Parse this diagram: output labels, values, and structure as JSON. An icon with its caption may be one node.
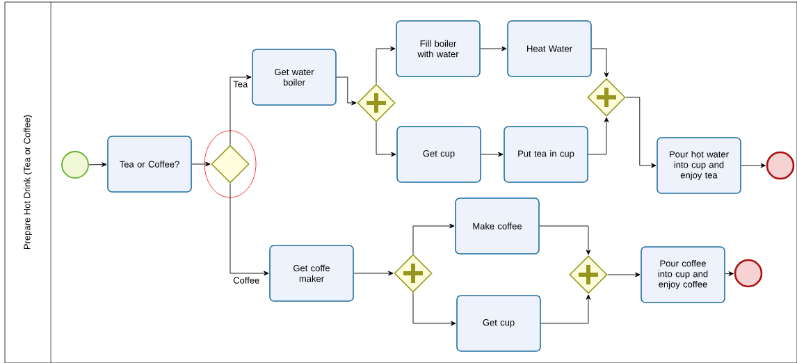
{
  "diagram": {
    "nodes": [
      {
        "text": [
          "Prepare Hot Drink (Tea or Coffee)"
        ]
      },
      {
        "text": [],
        "shape": "circle",
        "in": 0
      },
      {
        "text": [
          "Tea or Coffee?"
        ],
        "in": 0
      },
      {
        "text": [],
        "shape": "diamond",
        "in": 0
      },
      {
        "text": [
          "Get water boiler"
        ],
        "in": 0
      },
      {
        "text": [],
        "shape": "diamond",
        "in": 0
      },
      {
        "text": [
          "Fill boiler with water"
        ],
        "in": 0
      },
      {
        "text": [
          "Heat Water"
        ],
        "in": 0
      },
      {
        "text": [
          "Get cup"
        ],
        "in": 0
      },
      {
        "text": [
          "Put tea in cup"
        ],
        "in": 0
      },
      {
        "text": [],
        "shape": "diamond",
        "in": 0
      },
      {
        "text": [
          "Pour hot water into cup and enjoy tea"
        ],
        "in": 0
      },
      {
        "text": [],
        "shape": "circle",
        "in": 0
      },
      {
        "text": [
          "Get coffe maker"
        ],
        "in": 0
      },
      {
        "text": [],
        "shape": "diamond",
        "in": 0
      },
      {
        "text": [
          "Make coffee"
        ],
        "in": 0
      },
      {
        "text": [
          "Get cup"
        ],
        "in": 0
      },
      {
        "text": [],
        "shape": "diamond",
        "in": 0
      },
      {
        "text": [
          "Pour coffee into cup and enjoy coffee"
        ],
        "in": 0
      },
      {
        "text": [],
        "shape": "circle",
        "in": 0
      }
    ],
    "edges": [
      {
        "from": 1,
        "to": 2,
        "arrow": "to"
      },
      {
        "from": 2,
        "to": 3,
        "arrow": "to"
      },
      {
        "from": 3,
        "to": 4,
        "arrow": "to",
        "label": "Tea"
      },
      {
        "from": 3,
        "to": 13,
        "arrow": "to",
        "label": "Coffee"
      },
      {
        "from": 4,
        "to": 5,
        "arrow": "to"
      },
      {
        "from": 5,
        "to": 6,
        "arrow": "to"
      },
      {
        "from": 5,
        "to": 8,
        "arrow": "to"
      },
      {
        "from": 6,
        "to": 7,
        "arrow": "to"
      },
      {
        "from": 7,
        "to": 10,
        "arrow": "to"
      },
      {
        "from": 8,
        "to": 9,
        "arrow": "to"
      },
      {
        "from": 9,
        "to": 10,
        "arrow": "to"
      },
      {
        "from": 10,
        "to": 11,
        "arrow": "to"
      },
      {
        "from": 11,
        "to": 12,
        "arrow": "to"
      },
      {
        "from": 13,
        "to": 14,
        "arrow": "to"
      },
      {
        "from": 14,
        "to": 15,
        "arrow": "to"
      },
      {
        "from": 14,
        "to": 16,
        "arrow": "to"
      },
      {
        "from": 15,
        "to": 17,
        "arrow": "to"
      },
      {
        "from": 16,
        "to": 17,
        "arrow": "to"
      },
      {
        "from": 17,
        "to": 18,
        "arrow": "to"
      },
      {
        "from": 18,
        "to": 19,
        "arrow": "to"
      }
    ]
  }
}
